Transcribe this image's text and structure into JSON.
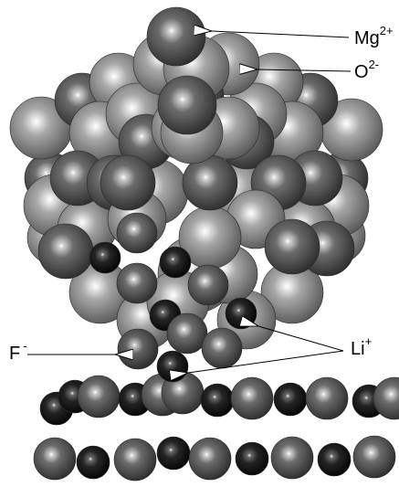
{
  "labels": {
    "mg": {
      "base": "Mg",
      "sup": "2+"
    },
    "o": {
      "base": "O",
      "sup": "2-"
    },
    "f": {
      "base": "F",
      "sup": "-"
    },
    "li": {
      "base": "Li",
      "sup": "+"
    }
  },
  "colors": {
    "o_ion": "#9a9a9a",
    "mg_ion": "#5e5e5e",
    "li_ion": "#1a1a1a",
    "f_ion": "#555555",
    "substrate_light": "#6a6a6a",
    "substrate_dark": "#151515",
    "arrow": "#000000"
  }
}
